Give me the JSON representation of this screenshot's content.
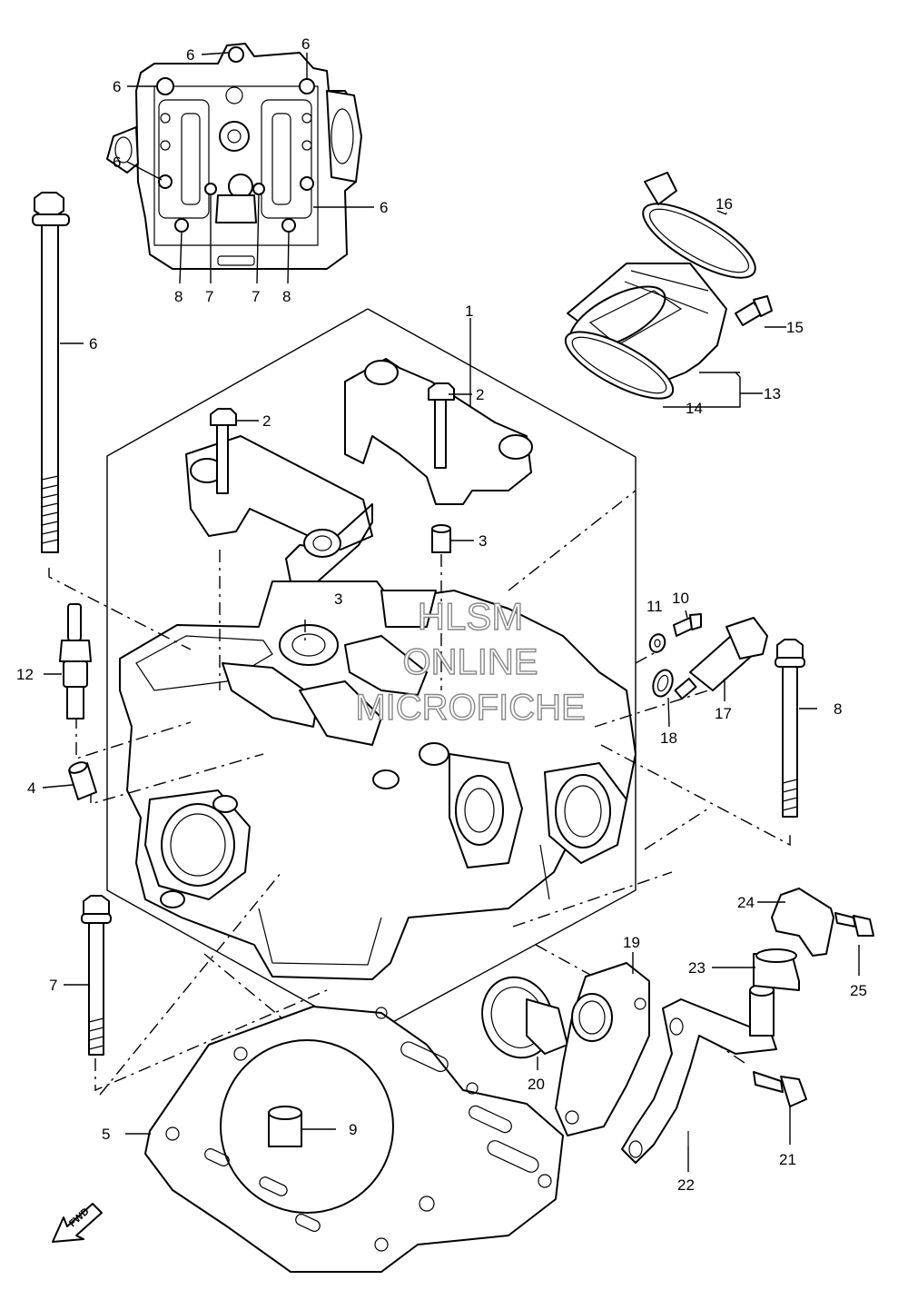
{
  "watermark": {
    "line1": "HLSM",
    "line2": "ONLINE",
    "line3": "MICROFICHE"
  },
  "fwd_label": "FWD",
  "callouts": [
    {
      "id": "c6a",
      "text": "6"
    },
    {
      "id": "c6b",
      "text": "6"
    },
    {
      "id": "c6c",
      "text": "6"
    },
    {
      "id": "c6d",
      "text": "6"
    },
    {
      "id": "c6e",
      "text": "6"
    },
    {
      "id": "c8a",
      "text": "8"
    },
    {
      "id": "c7a",
      "text": "7"
    },
    {
      "id": "c7b",
      "text": "7"
    },
    {
      "id": "c8b",
      "text": "8"
    },
    {
      "id": "c6f",
      "text": "6"
    },
    {
      "id": "c1",
      "text": "1"
    },
    {
      "id": "c2a",
      "text": "2"
    },
    {
      "id": "c2b",
      "text": "2"
    },
    {
      "id": "c3a",
      "text": "3"
    },
    {
      "id": "c3b",
      "text": "3"
    },
    {
      "id": "c16",
      "text": "16"
    },
    {
      "id": "c15",
      "text": "15"
    },
    {
      "id": "c13",
      "text": "13"
    },
    {
      "id": "c14",
      "text": "14"
    },
    {
      "id": "c11",
      "text": "11"
    },
    {
      "id": "c10",
      "text": "10"
    },
    {
      "id": "c17",
      "text": "17"
    },
    {
      "id": "c18",
      "text": "18"
    },
    {
      "id": "c8c",
      "text": "8"
    },
    {
      "id": "c12",
      "text": "12"
    },
    {
      "id": "c4",
      "text": "4"
    },
    {
      "id": "c24",
      "text": "24"
    },
    {
      "id": "c23",
      "text": "23"
    },
    {
      "id": "c25",
      "text": "25"
    },
    {
      "id": "c19",
      "text": "19"
    },
    {
      "id": "c7c",
      "text": "7"
    },
    {
      "id": "c20",
      "text": "20"
    },
    {
      "id": "c21",
      "text": "21"
    },
    {
      "id": "c9",
      "text": "9"
    },
    {
      "id": "c5",
      "text": "5"
    },
    {
      "id": "c22",
      "text": "22"
    }
  ]
}
